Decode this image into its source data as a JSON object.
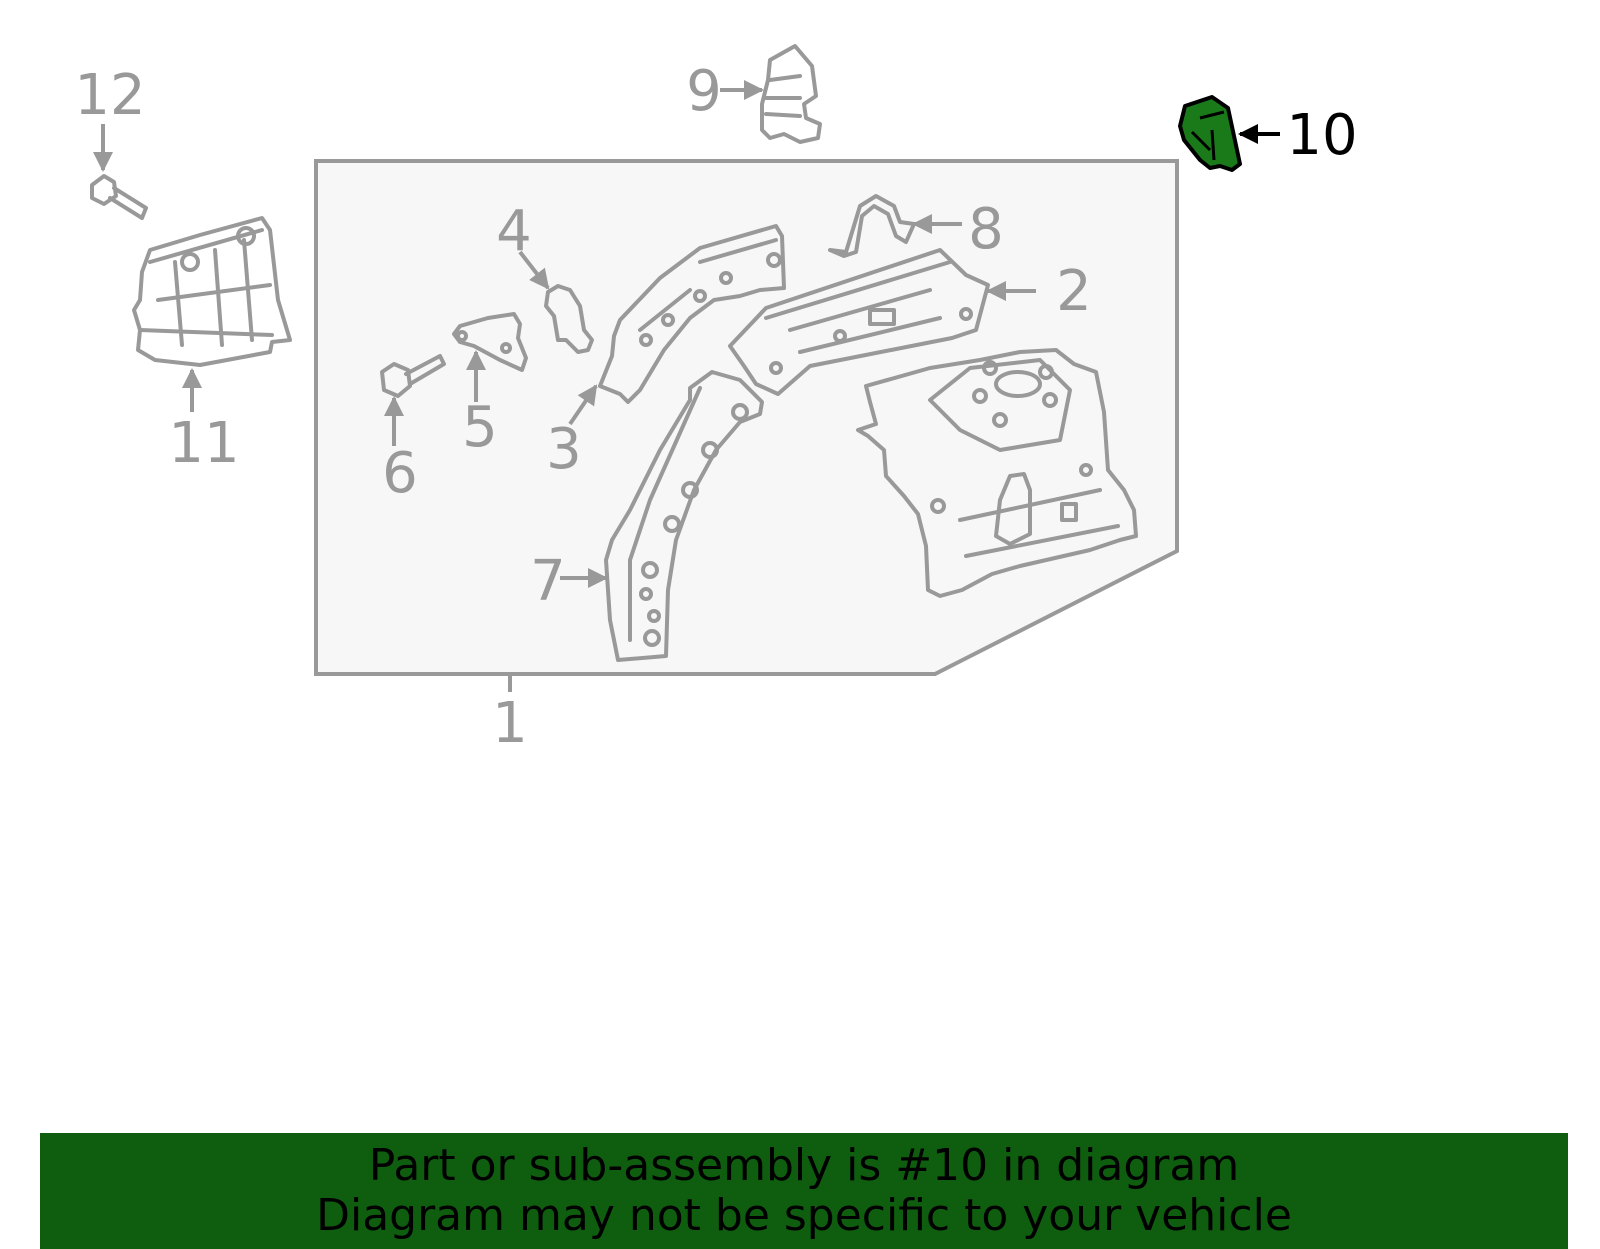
{
  "diagram": {
    "callouts": [
      "1",
      "2",
      "3",
      "4",
      "5",
      "6",
      "7",
      "8",
      "9",
      "10",
      "11",
      "12"
    ],
    "highlight_callout": "10",
    "colors": {
      "line": "#999999",
      "panel": "#f7f7f7",
      "highlight_fill": "#1a7a1a",
      "highlight_label": "#000000",
      "banner": "#0f5e0f"
    }
  },
  "banner": {
    "line1": "Part or sub-assembly is #10 in diagram",
    "line2": "Diagram may not be specific to your vehicle"
  }
}
